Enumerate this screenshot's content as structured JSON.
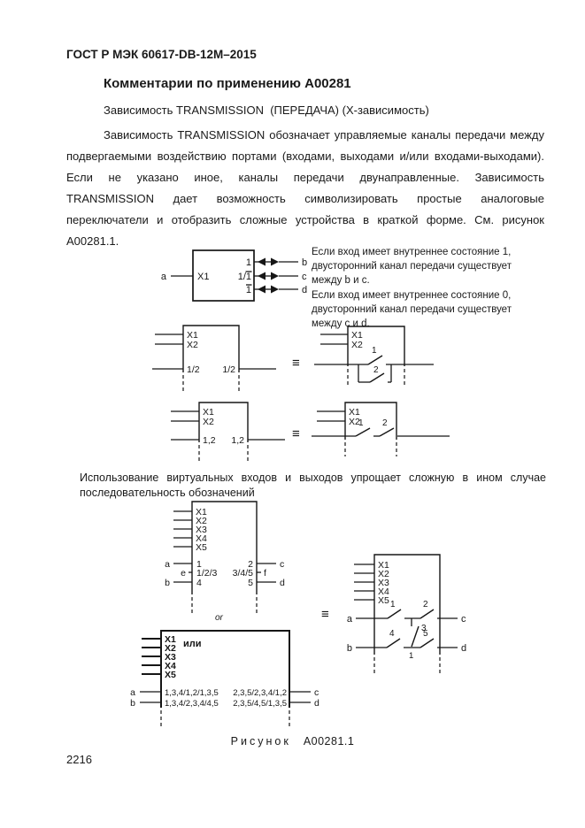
{
  "page": {
    "header": "ГОСТ Р МЭК 60617-DB-12M–2015",
    "title": "Комментарии по применению A00281",
    "intro": "Зависимость TRANSMISSION  (ПЕРЕДАЧА) (X-зависимость)",
    "body": "Зависимость TRANSMISSION обозначает управляемые каналы передачи между подвергаемыми воздействию портами (входами, выходами и/или входами-выходами). Если не указано иное, каналы передачи двунаправленные. Зависимость TRANSMISSION дает возможность символизировать простые аналоговые переключатели и отобразить сложные устройства в краткой форме. См. рисунок A00281.1.",
    "note": "Использование виртуальных входов и выходов упрощает сложную в ином случае последовательность обозначений",
    "figure_caption_word": "Рисунок",
    "figure_caption_number": "A00281.1",
    "page_number": "2216"
  },
  "annotation": {
    "lines": [
      "Если вход имеет внутреннее состояние 1,",
      "двусторонний канал передачи существует",
      "между b и c.",
      "Если вход имеет внутреннее состояние 0,",
      "двусторонний канал передачи существует",
      "между c и d."
    ]
  },
  "diagram1": {
    "input_label": "a",
    "block_label": "X1",
    "ports": [
      {
        "inner": "1",
        "outer": "b",
        "overline": "none"
      },
      {
        "inner": "1/1",
        "outer": "c",
        "overline": "last-char"
      },
      {
        "inner": "1",
        "outer": "d",
        "overline": "full"
      }
    ]
  },
  "diagram2": {
    "left": {
      "controls": [
        "X1",
        "X2"
      ],
      "port_left": "1/2",
      "port_right": "1/2"
    },
    "equiv": "≡",
    "right": {
      "controls": [
        "X1",
        "X2"
      ],
      "switch1": "1",
      "switch2": "2"
    }
  },
  "diagram3": {
    "left": {
      "controls": [
        "X1",
        "X2"
      ],
      "port_left": "1,2",
      "port_right": "1,2"
    },
    "equiv": "≡",
    "right": {
      "controls": [
        "X1",
        "X2"
      ],
      "switch1": "1",
      "switch2": "2"
    }
  },
  "diagram4": {
    "controls": [
      "X1",
      "X2",
      "X3",
      "X4",
      "X5"
    ],
    "left_ports": [
      {
        "outer": "a",
        "inner": "1"
      },
      {
        "outer": "e",
        "inner": "1/2/3"
      },
      {
        "outer": "b",
        "inner": "4"
      }
    ],
    "right_ports": [
      {
        "inner": "2",
        "outer": "c"
      },
      {
        "inner": "3/4/5",
        "outer": "f"
      },
      {
        "inner": "5",
        "outer": "d"
      }
    ],
    "or_label": "or",
    "equiv": "≡"
  },
  "diagram5": {
    "block_label": "или",
    "controls": [
      "X1",
      "X2",
      "X3",
      "X4",
      "X5"
    ],
    "left_ports": [
      {
        "outer": "a",
        "inner": "1,3,4/1,2/1,3,5"
      },
      {
        "outer": "b",
        "inner": "1,3,4/2,3,4/4,5"
      }
    ],
    "right_ports": [
      {
        "inner": "2,3,5/2,3,4/1,2",
        "outer": "c"
      },
      {
        "inner": "2,3,5/4,5/1,3,5",
        "outer": "d"
      }
    ]
  },
  "diagram6": {
    "controls": [
      "X1",
      "X2",
      "X3",
      "X4",
      "X5"
    ],
    "in_a": "a",
    "in_b": "b",
    "out_c": "c",
    "out_d": "d",
    "switch1": "1",
    "switch2": "2",
    "switch3": "3",
    "switch4": "4",
    "switch5": "5",
    "node_label": "1"
  },
  "colors": {
    "ink": "#161616",
    "paper": "#ffffff"
  }
}
